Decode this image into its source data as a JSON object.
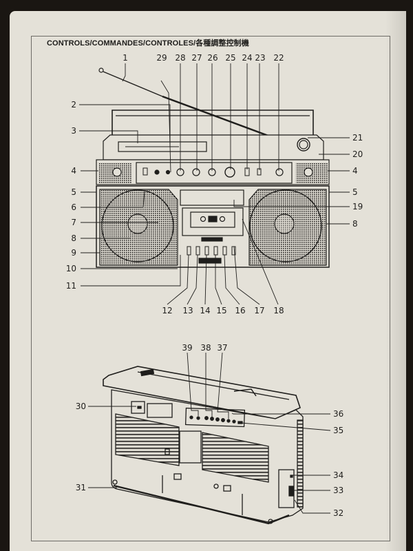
{
  "title": "CONTROLS/COMMANDES/CONTROLES/各種調整控制機",
  "front_view": {
    "callouts_top": [
      "1",
      "29",
      "28",
      "27",
      "26",
      "25",
      "24",
      "23",
      "22"
    ],
    "callouts_left": [
      "2",
      "3",
      "4",
      "5",
      "6",
      "7",
      "8",
      "9",
      "10",
      "11"
    ],
    "callouts_right": [
      "21",
      "20",
      "4",
      "5",
      "19",
      "8"
    ],
    "callouts_bottom": [
      "12",
      "13",
      "14",
      "15",
      "16",
      "17",
      "18"
    ]
  },
  "rear_view": {
    "callouts_top": [
      "39",
      "38",
      "37"
    ],
    "callouts_left": [
      "30",
      "31"
    ],
    "callouts_right": [
      "36",
      "35",
      "34",
      "33",
      "32"
    ]
  },
  "colors": {
    "paper": "#e4e1d8",
    "ink": "#1f1e1c",
    "background": "#1a1612"
  }
}
